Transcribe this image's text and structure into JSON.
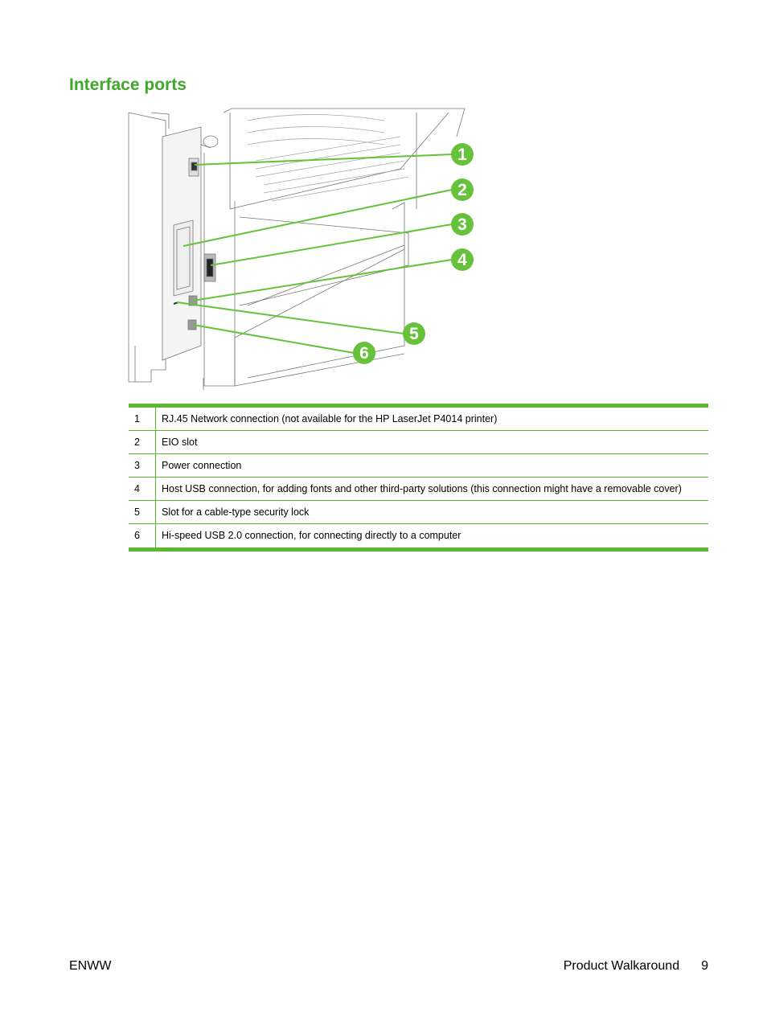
{
  "heading": "Interface ports",
  "figure": {
    "callouts": [
      "1",
      "2",
      "3",
      "4",
      "5",
      "6"
    ]
  },
  "colors": {
    "accent": "#5cb82f",
    "heading": "#3fa82a"
  },
  "ports": [
    {
      "num": "1",
      "desc": "RJ.45 Network connection (not available for the HP LaserJet P4014 printer)"
    },
    {
      "num": "2",
      "desc": "EIO slot"
    },
    {
      "num": "3",
      "desc": "Power connection"
    },
    {
      "num": "4",
      "desc": "Host USB connection, for adding fonts and other third-party solutions (this connection might have a removable cover)"
    },
    {
      "num": "5",
      "desc": "Slot for a cable-type security lock"
    },
    {
      "num": "6",
      "desc": "Hi-speed USB 2.0 connection, for connecting directly to a computer"
    }
  ],
  "footer": {
    "left": "ENWW",
    "section": "Product Walkaround",
    "page": "9"
  }
}
